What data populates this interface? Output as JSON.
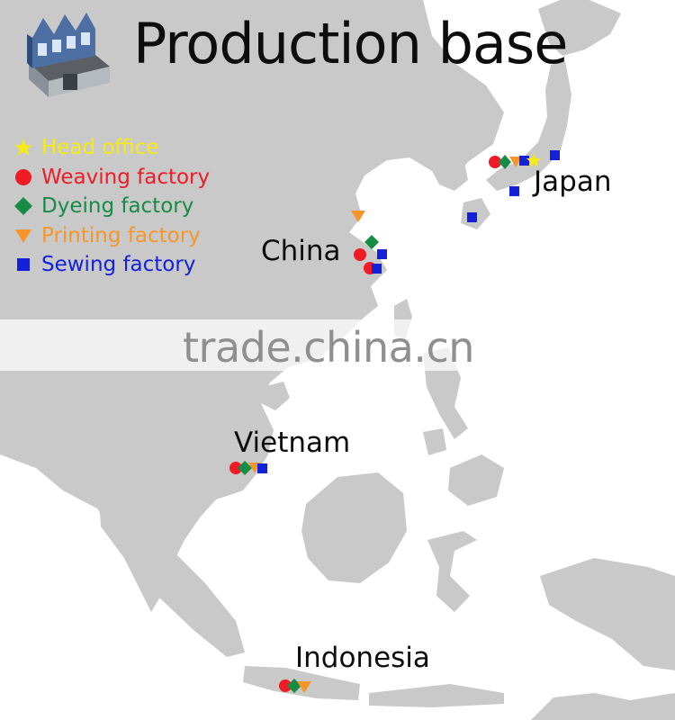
{
  "title": "Production base",
  "legend": {
    "items": [
      {
        "label": "Head office",
        "symbol": "star",
        "color": "#f7ea15"
      },
      {
        "label": "Weaving factory",
        "symbol": "circle",
        "color": "#ef1c25"
      },
      {
        "label": "Dyeing factory",
        "symbol": "diamond",
        "color": "#168c45"
      },
      {
        "label": "Printing factory",
        "symbol": "triangle-down",
        "color": "#f4962a"
      },
      {
        "label": "Sewing factory",
        "symbol": "square",
        "color": "#1321d8"
      }
    ]
  },
  "places": {
    "japan": "Japan",
    "china": "China",
    "vietnam": "Vietnam",
    "indonesia": "Indonesia"
  },
  "watermark": "trade.china.cn",
  "colors": {
    "land": "#c9c9ca",
    "sea": "#ffffff",
    "text": "#0d0d0d"
  },
  "icons": {
    "factory": "factory-building-icon"
  }
}
